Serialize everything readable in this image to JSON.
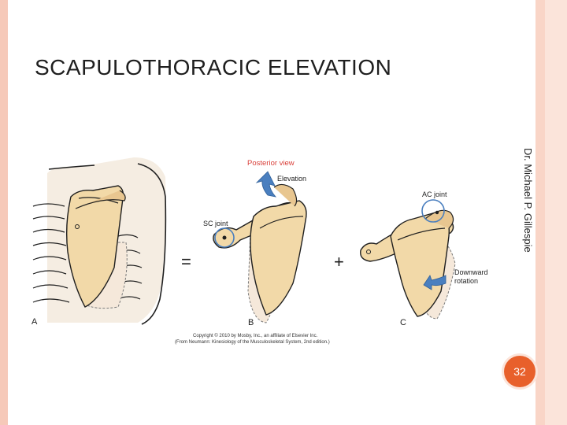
{
  "slide": {
    "title": "SCAPULOTHORACIC ELEVATION",
    "author": "Dr. Michael P. Gillespie",
    "slide_number": "32"
  },
  "figure": {
    "view_label": "Posterior view",
    "motion_label": "Elevation",
    "sc_joint_label": "SC joint",
    "ac_joint_label": "AC joint",
    "rotation_label_line1": "Downward",
    "rotation_label_line2": "rotation",
    "equals_sign": "=",
    "plus_sign": "+",
    "panel_a": "A",
    "panel_b": "B",
    "panel_c": "C",
    "copyright_line1": "Copyright © 2010 by Mosby, Inc., an affiliate of Elsevier Inc.",
    "copyright_line2": "(From Neumann: Kinesiology of the Musculoskeletal System, 2nd edition.)"
  },
  "colors": {
    "accent": "#e8602b",
    "bone": "#f2d9a8",
    "bone_shadow": "#e8c690",
    "dashed_bone": "#f5e8da",
    "arrow": "#4a7fbf",
    "label_red": "#d9403a",
    "border": "#f6c9b9"
  }
}
